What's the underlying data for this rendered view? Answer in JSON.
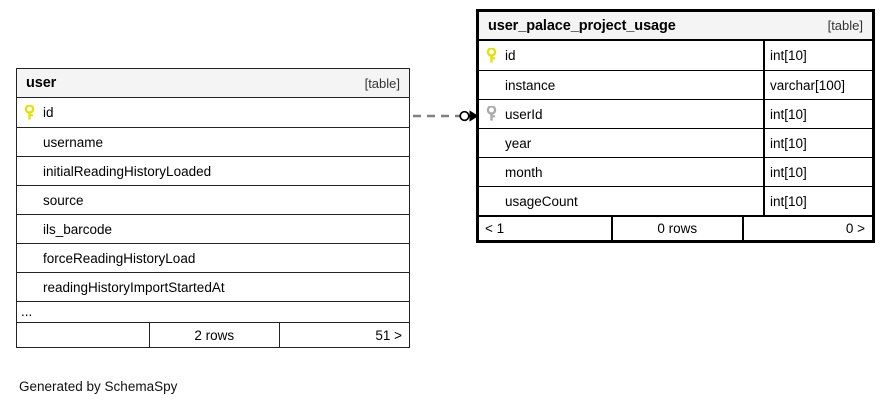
{
  "diagram": {
    "tool_credit": "Generated by SchemaSpy",
    "table_tag": "[table]"
  },
  "tables": [
    {
      "name": "user",
      "tag": "[table]",
      "has_type_column": false,
      "emphasis": "normal",
      "columns": [
        {
          "key": "primary",
          "name": "id",
          "type": ""
        },
        {
          "key": "none",
          "name": "username",
          "type": ""
        },
        {
          "key": "none",
          "name": "initialReadingHistoryLoaded",
          "type": ""
        },
        {
          "key": "none",
          "name": "source",
          "type": ""
        },
        {
          "key": "none",
          "name": "ils_barcode",
          "type": ""
        },
        {
          "key": "none",
          "name": "forceReadingHistoryLoad",
          "type": ""
        },
        {
          "key": "none",
          "name": "readingHistoryImportStartedAt",
          "type": ""
        }
      ],
      "more_indicator": "...",
      "footer": {
        "left": "",
        "middle": "2 rows",
        "right": "51 >"
      }
    },
    {
      "name": "user_palace_project_usage",
      "tag": "[table]",
      "has_type_column": true,
      "emphasis": "highlighted",
      "columns": [
        {
          "key": "primary",
          "name": "id",
          "type": "int[10]"
        },
        {
          "key": "none",
          "name": "instance",
          "type": "varchar[100]"
        },
        {
          "key": "foreign",
          "name": "userId",
          "type": "int[10]"
        },
        {
          "key": "none",
          "name": "year",
          "type": "int[10]"
        },
        {
          "key": "none",
          "name": "month",
          "type": "int[10]"
        },
        {
          "key": "none",
          "name": "usageCount",
          "type": "int[10]"
        }
      ],
      "more_indicator": "",
      "footer": {
        "left": "< 1",
        "middle": "0 rows",
        "right": "0 >"
      }
    }
  ],
  "relationship": {
    "from_table": "user",
    "from_column": "id",
    "to_table": "user_palace_project_usage",
    "to_column": "userId",
    "line_style": "dashed",
    "source_marker": "zero-or-one-circle",
    "target_marker": "crows-foot-arrow"
  },
  "colors": {
    "primary_key": "#e3e300",
    "foreign_key": "#aaaaaa",
    "border": "#000000",
    "header_background": "#f4f4f4",
    "connector": "#808080",
    "background": "#ffffff"
  }
}
